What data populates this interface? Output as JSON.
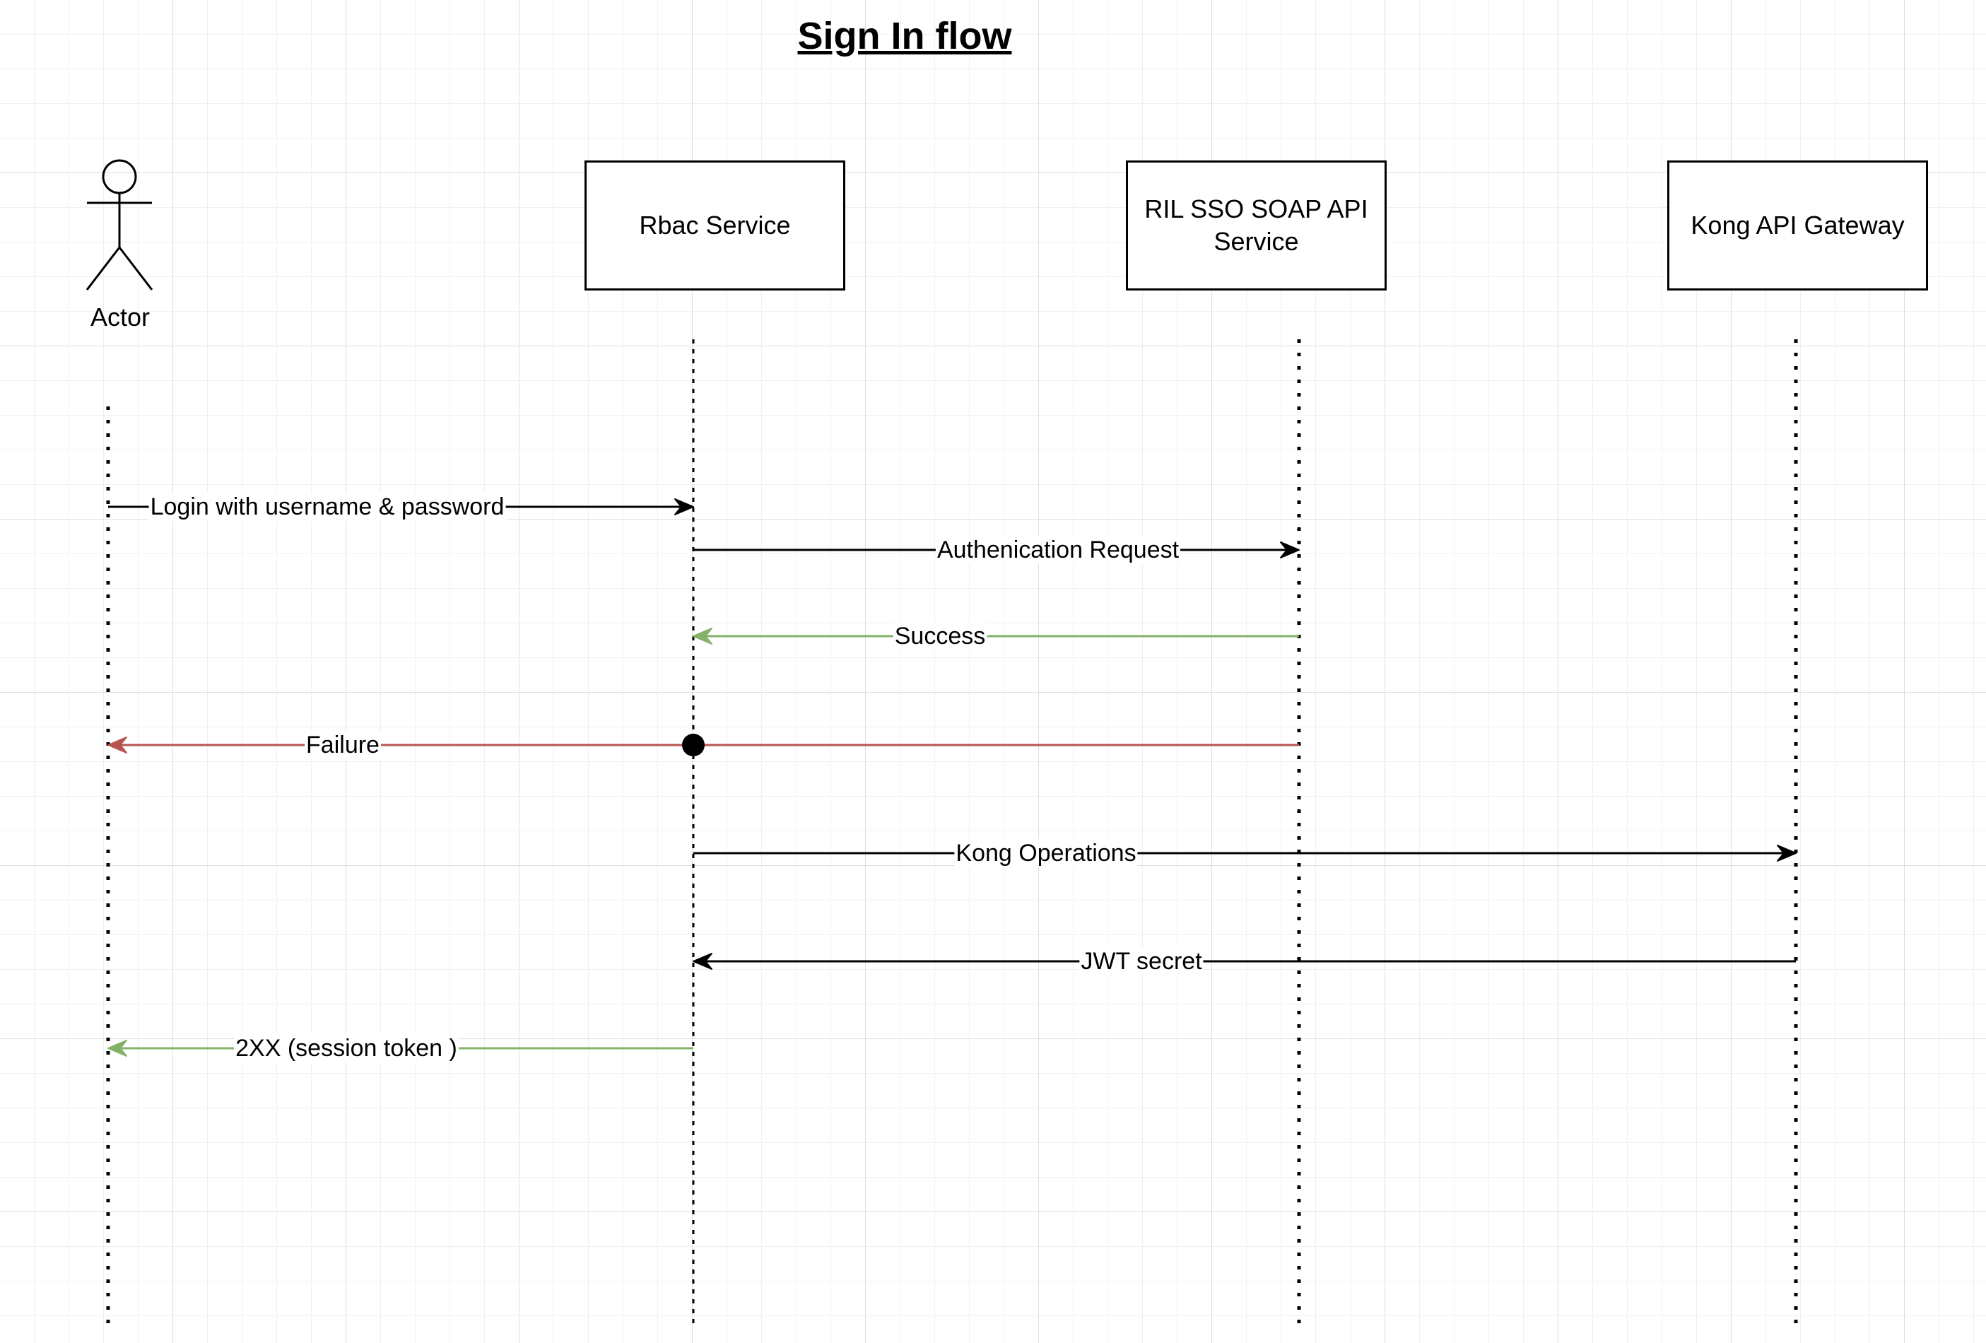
{
  "diagram": {
    "title": "Sign In flow",
    "actor": {
      "label": "Actor"
    },
    "participants": [
      {
        "id": "rbac",
        "label": "Rbac Service"
      },
      {
        "id": "sso",
        "label": "RIL SSO SOAP API Service"
      },
      {
        "id": "kong",
        "label": "Kong API Gateway"
      }
    ],
    "messages": [
      {
        "id": "login",
        "label": "Login with username & password",
        "from": "actor",
        "to": "rbac",
        "color": "#000000"
      },
      {
        "id": "auth",
        "label": "Authenication Request",
        "from": "rbac",
        "to": "sso",
        "color": "#000000"
      },
      {
        "id": "success",
        "label": "Success",
        "from": "sso",
        "to": "rbac",
        "color": "#82b366"
      },
      {
        "id": "failure",
        "label": "Failure",
        "from": "sso",
        "to": "actor",
        "color": "#b85450"
      },
      {
        "id": "kong-ops",
        "label": "Kong Operations",
        "from": "rbac",
        "to": "kong",
        "color": "#000000"
      },
      {
        "id": "jwt",
        "label": "JWT secret",
        "from": "kong",
        "to": "rbac",
        "color": "#000000"
      },
      {
        "id": "session",
        "label": "2XX (session token )",
        "from": "rbac",
        "to": "actor",
        "color": "#82b366"
      }
    ]
  }
}
